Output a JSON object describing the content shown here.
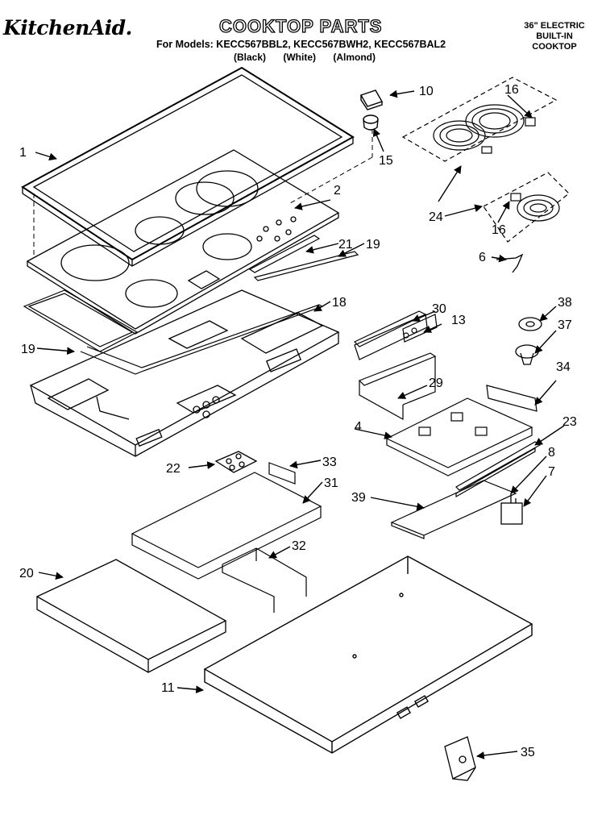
{
  "header": {
    "brand": "KitchenAid.",
    "title": "COOKTOP PARTS",
    "models": "For Models: KECC567BBL2, KECC567BWH2, KECC567BAL2",
    "colors": [
      "(Black)",
      "(White)",
      "(Almond)"
    ],
    "corner": [
      "36\" ELECTRIC",
      "BUILT-IN",
      "COOKTOP"
    ]
  },
  "callouts": [
    "1",
    "2",
    "4",
    "6",
    "7",
    "8",
    "10",
    "11",
    "13",
    "15",
    "16",
    "16",
    "18",
    "19",
    "19",
    "20",
    "21",
    "22",
    "23",
    "24",
    "29",
    "30",
    "31",
    "32",
    "33",
    "34",
    "35",
    "37",
    "38",
    "39"
  ],
  "parts": {
    "frame": "1",
    "glass": "2",
    "burner_box": "4",
    "clip": "6",
    "switch": "7",
    "bracket_8": "8",
    "knob": "10",
    "bottom_box": "11",
    "bracket_13": "13",
    "bezel": "15",
    "element": "16",
    "pan": "18",
    "gasket": "19",
    "side_panel": "20",
    "seal": "21",
    "control_block": "22",
    "strip": "23",
    "element_assy": "24",
    "channel": "29",
    "plate_30": "30",
    "rail_31": "31",
    "bracket_32": "32",
    "bracket_33": "33",
    "angle_34": "34",
    "clamp_35": "35",
    "clip_37": "37",
    "grommet_38": "38",
    "shield": "39"
  }
}
